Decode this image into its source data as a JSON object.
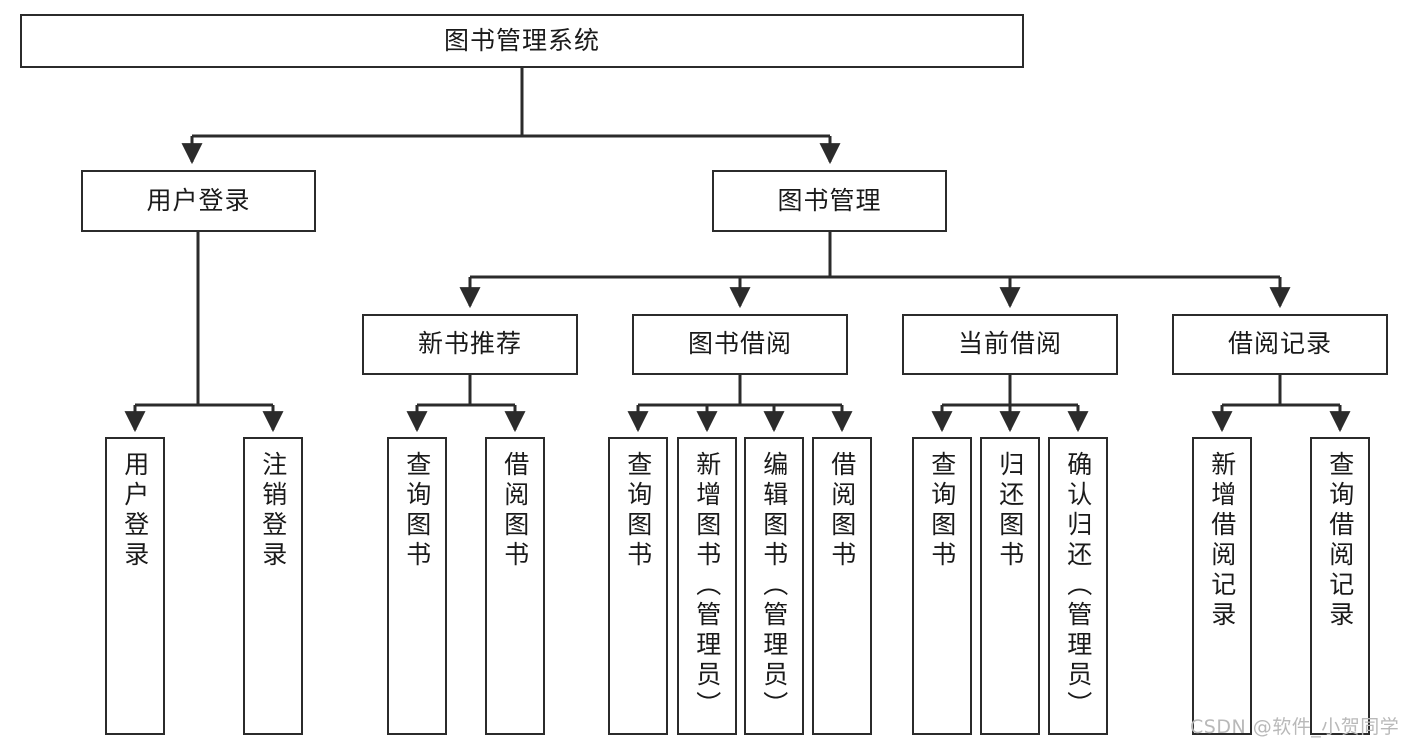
{
  "diagram": {
    "title": "图书管理系统",
    "watermark": "CSDN @软件_小贺同学",
    "line_color": "#2b2b2b",
    "text_color": "#1a1a1a",
    "background": "#ffffff",
    "watermark_color": "#b9b9b9"
  },
  "nodes": {
    "root": {
      "label": "图书管理系统"
    },
    "level2": [
      {
        "label": "用户登录"
      },
      {
        "label": "图书管理"
      }
    ],
    "level3": [
      {
        "label": "新书推荐"
      },
      {
        "label": "图书借阅"
      },
      {
        "label": "当前借阅"
      },
      {
        "label": "借阅记录"
      }
    ],
    "leaves": {
      "user_login": [
        {
          "label": "用户登录"
        },
        {
          "label": "注销登录"
        }
      ],
      "new_book_recommend": [
        {
          "label": "查询图书"
        },
        {
          "label": "借阅图书"
        }
      ],
      "book_borrow": [
        {
          "label": "查询图书"
        },
        {
          "label": "新增图书（管理员）"
        },
        {
          "label": "编辑图书（管理员）"
        },
        {
          "label": "借阅图书"
        }
      ],
      "current_borrow": [
        {
          "label": "查询图书"
        },
        {
          "label": "归还图书"
        },
        {
          "label": "确认归还（管理员）"
        }
      ],
      "borrow_records": [
        {
          "label": "新增借阅记录"
        },
        {
          "label": "查询借阅记录"
        }
      ]
    }
  }
}
